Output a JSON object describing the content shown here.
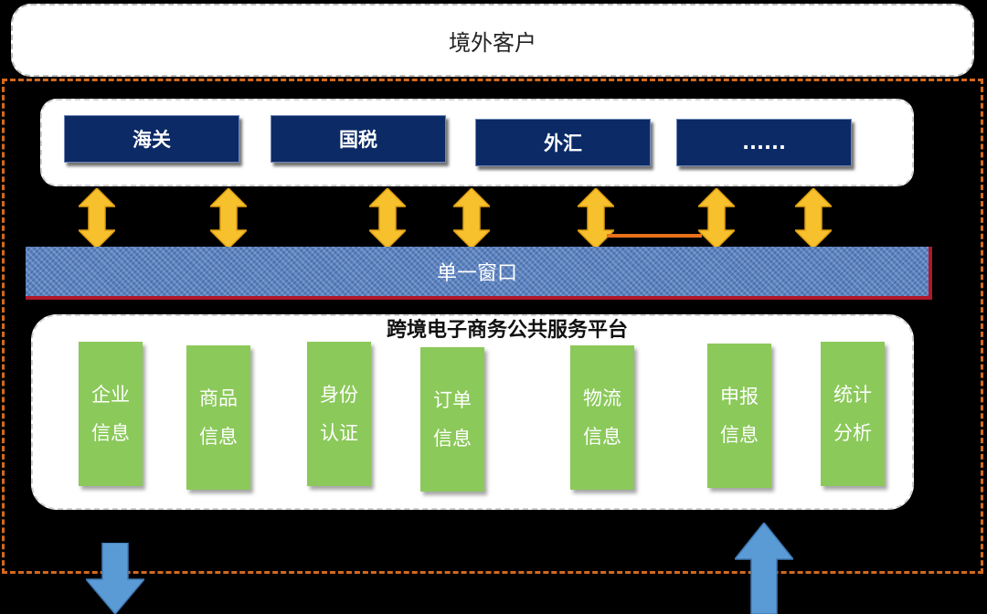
{
  "customer": {
    "label": "境外客户"
  },
  "agencies": [
    {
      "label": "海关"
    },
    {
      "label": "国税"
    },
    {
      "label": "外汇"
    },
    {
      "label": "......"
    }
  ],
  "window": {
    "label": "单一窗口"
  },
  "platform": {
    "title": "跨境电子商务公共服务平台",
    "modules": [
      {
        "line1": "企业",
        "line2": "信息"
      },
      {
        "line1": "商品",
        "line2": "信息"
      },
      {
        "line1": "身份",
        "line2": "认证"
      },
      {
        "line1": "订单",
        "line2": "信息"
      },
      {
        "line1": "物流",
        "line2": "信息"
      },
      {
        "line1": "申报",
        "line2": "信息"
      },
      {
        "line1": "统计",
        "line2": "分析"
      }
    ]
  },
  "colors": {
    "agency_fill": "#0b2a66",
    "module_fill": "#8bc95a",
    "frame_border": "#d2691e",
    "arrow_yellow": "#f7c12e",
    "arrow_blue": "#5b9bd5"
  }
}
